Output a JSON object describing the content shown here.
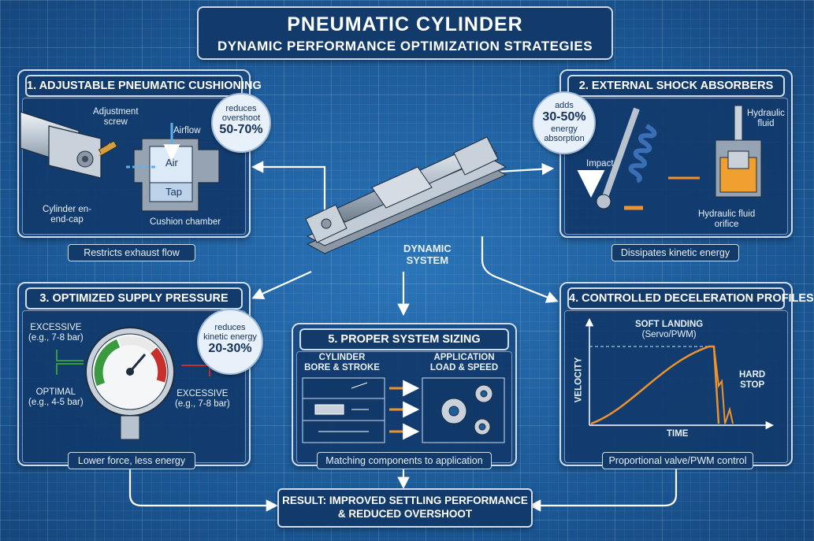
{
  "title": {
    "main": "PNEUMATIC CYLINDER",
    "sub": "DYNAMIC PERFORMANCE OPTIMIZATION STRATEGIES"
  },
  "center": {
    "label_line1": "DYNAMIC",
    "label_line2": "SYSTEM"
  },
  "panel1": {
    "title": "1. ADJUSTABLE PNEUMATIC CUSHIONING",
    "adjustment_label_line1": "Adjustment",
    "adjustment_label_line2": "screw",
    "airflow_label": "Airflow",
    "air_label": "Air",
    "tap_label": "Tap",
    "endcap_label_line1": "Cylinder en-",
    "endcap_label_line2": "end-cap",
    "chamber_label": "Cushion chamber",
    "bubble": {
      "line1": "reduces",
      "line2": "overshoot",
      "value": "50-70%"
    },
    "footer": "Restricts exhaust flow"
  },
  "panel2": {
    "title": "2. EXTERNAL SHOCK ABSORBERS",
    "bubble": {
      "line1": "adds",
      "value": "30-50%",
      "line2": "energy",
      "line3": "absorption"
    },
    "impact_label": "Impact",
    "fluid_label_line1": "Hydraulic",
    "fluid_label_line2": "fluid",
    "orifice_label_line1": "Hydraulic fluid",
    "orifice_label_line2": "orifice",
    "footer": "Dissipates kinetic energy"
  },
  "panel3": {
    "title": "3. OPTIMIZED SUPPLY PRESSURE",
    "excessive_top": "EXCESSIVE",
    "excessive_top_range": "(e.g., 7-8 bar)",
    "optimal": "OPTIMAL",
    "optimal_range": "(e.g., 4-5 bar)",
    "excessive_right": "EXCESSIVE",
    "excessive_right_range": "(e.g., 7-8 bar)",
    "bubble": {
      "line1": "reduces",
      "line2": "kinetic energy",
      "value": "20-30%"
    },
    "footer": "Lower force, less energy"
  },
  "panel4": {
    "title": "4. CONTROLLED DECELERATION PROFILES",
    "soft_landing": "SOFT LANDING",
    "soft_landing_sub": "(Servo/PWM)",
    "hard_stop_line1": "HARD",
    "hard_stop_line2": "STOP",
    "y_axis": "VELOCITY",
    "x_axis": "TIME",
    "footer": "Proportional valve/PWM control"
  },
  "panel5": {
    "title": "5. PROPER SYSTEM SIZING",
    "left_head_line1": "CYLINDER",
    "left_head_line2": "BORE & STROKE",
    "right_head_line1": "APPLICATION",
    "right_head_line2": "LOAD & SPEED",
    "footer": "Matching components to application"
  },
  "result": {
    "line1": "RESULT: IMPROVED SETTLING PERFORMANCE",
    "line2": "& REDUCED OVERSHOOT"
  },
  "colors": {
    "background": "#1d5d9b",
    "panel_header": "#123a6b",
    "accent_orange": "#f0922b",
    "gauge_green": "#3a9a3f",
    "gauge_red": "#c9302c",
    "arrow_white": "#ffffff"
  },
  "icons": [
    "adjustment-screw-icon",
    "cushion-chamber-icon",
    "shock-absorber-icon",
    "hydraulic-cylinder-icon",
    "pressure-gauge-icon",
    "gear-icon",
    "pneumatic-cylinder-icon"
  ]
}
